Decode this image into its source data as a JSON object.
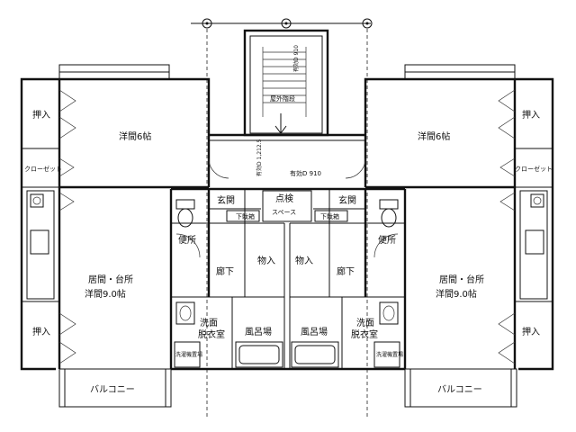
{
  "rooms": {
    "left": {
      "closet_top": "押入",
      "western_room": "洋間6帖",
      "closet": "クローゼット",
      "living": "居間・台所",
      "living_size": "洋間9.0帖",
      "closet_bottom": "押入",
      "balcony": "バルコニー",
      "entrance": "玄関",
      "shoe_box": "下駄箱",
      "toilet": "便所",
      "hallway": "廊下",
      "storage": "物入",
      "washroom": "洗面",
      "dressing": "脱衣室",
      "washer": "洗濯機置場",
      "bath": "風呂場"
    },
    "right": {
      "closet_top": "押入",
      "western_room": "洋間6帖",
      "closet": "クローゼット",
      "living": "居間・台所",
      "living_size": "洋間9.0帖",
      "closet_bottom": "押入",
      "balcony": "バルコニー",
      "entrance": "玄関",
      "shoe_box": "下駄箱",
      "toilet": "便所",
      "hallway": "廊下",
      "storage": "物入",
      "washroom": "洗面",
      "dressing": "脱衣室",
      "washer": "洗濯機置場",
      "bath": "風呂場"
    },
    "center": {
      "stairs": "屋外階段",
      "inspection_1": "点検",
      "inspection_2": "スペース",
      "dim_vertical_stair": "有効D 910",
      "dim_horizontal": "有効D 910",
      "dim_vertical_left": "有効D 1,212.5"
    }
  },
  "colors": {
    "line": "#111111",
    "background": "#ffffff"
  }
}
